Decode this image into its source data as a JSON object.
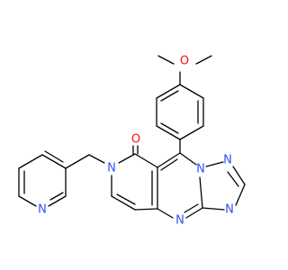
{
  "molecule": {
    "atoms": [
      {
        "id": "O_methoxy",
        "element": "O",
        "text": "O",
        "color": "#ff0d0d"
      },
      {
        "id": "O_carbonyl",
        "element": "O",
        "text": "O",
        "color": "#ff0d0d"
      },
      {
        "id": "N_pyridone",
        "element": "N",
        "text": "N",
        "color": "#3050f8"
      },
      {
        "id": "N_pyridine",
        "element": "N",
        "text": "N",
        "color": "#3050f8"
      },
      {
        "id": "N_bridgehead",
        "element": "N",
        "text": "N",
        "color": "#3050f8"
      },
      {
        "id": "N_triazole_upper",
        "element": "N",
        "text": "N",
        "color": "#3050f8"
      },
      {
        "id": "N_triazole_right",
        "element": "N",
        "text": "N",
        "color": "#3050f8"
      },
      {
        "id": "N_pyrimidine_lower",
        "element": "N",
        "text": "N",
        "color": "#3050f8"
      }
    ]
  }
}
